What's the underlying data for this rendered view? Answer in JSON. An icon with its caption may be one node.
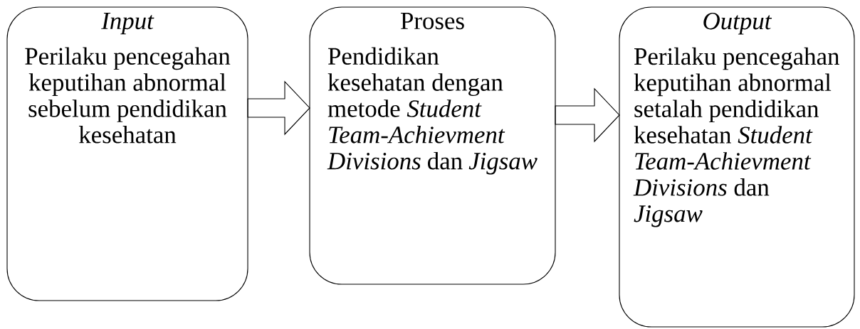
{
  "diagram": {
    "nodes": [
      {
        "text": [
          "Input",
          "Perilaku pencegahan keputihan abnormal sebelum pendidikan kesehatan"
        ]
      },
      {
        "text": [
          "Proses",
          "Pendidikan kesehatan dengan metode *Student Team-Achievment Divisions* dan *Jigsaw*"
        ]
      },
      {
        "text": [
          "Output",
          "Perilaku pencegahan keputihan abnormal setalah pendidikan kesehatan *Student Team-Achievment Divisions* dan *Jigsaw*"
        ]
      }
    ],
    "edges": [
      {
        "from": 0,
        "to": 1,
        "arrow": "to"
      },
      {
        "from": 1,
        "to": 2,
        "arrow": "to"
      }
    ]
  }
}
